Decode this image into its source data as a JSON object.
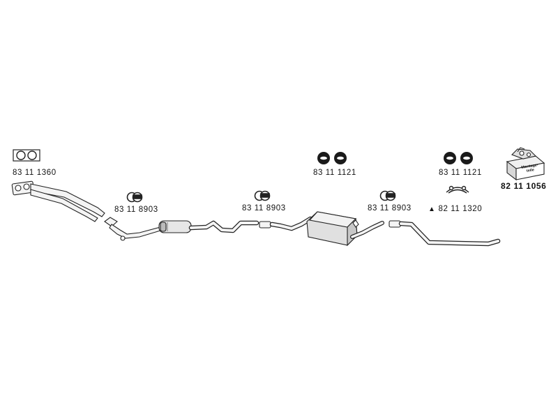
{
  "parts": {
    "gasket_manifold": "83 11 1360",
    "clamp_1": "83 11 8903",
    "clamp_2": "83 11 8903",
    "clamp_3": "83 11 8903",
    "hangers_1": "83 11 1121",
    "hangers_2": "83 11 1121",
    "bracket": "82 11 1320",
    "mounting_kit": "82 11 1056"
  },
  "mounting_kit_label": "Montage-teile",
  "bracket_marker": "▲",
  "colors": {
    "line": "#222222",
    "pipe_fill": "#f4f4f4",
    "rubber": "#1a1a1a"
  }
}
